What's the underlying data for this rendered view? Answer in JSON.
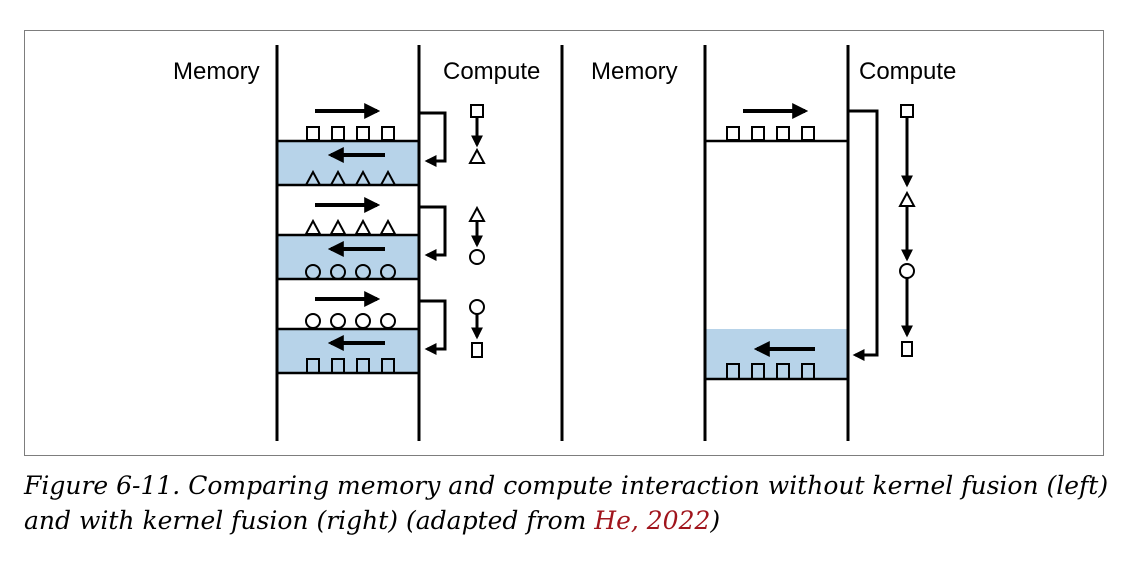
{
  "diagram": {
    "left_panel": {
      "memory_label": "Memory",
      "compute_label": "Compute"
    },
    "right_panel": {
      "memory_label": "Memory",
      "compute_label": "Compute"
    },
    "colors": {
      "fill": "#b7d3e9",
      "stroke": "#000000",
      "border": "#7d7d7d"
    },
    "shape_icons": [
      "square-icon",
      "triangle-icon",
      "circle-icon"
    ]
  },
  "caption": {
    "text": "Figure 6-11. Comparing memory and compute interaction without kernel fusion (left) and with kernel fusion (right) (adapted from ",
    "link_text": "He, 2022",
    "suffix": ")"
  }
}
